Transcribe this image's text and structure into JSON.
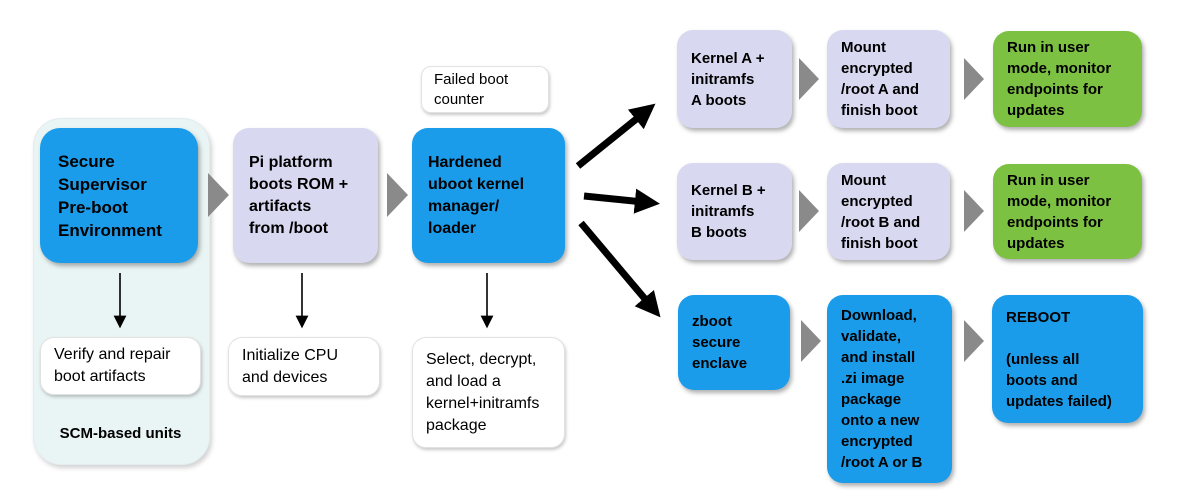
{
  "colors": {
    "blue": "#1a9ceb",
    "purple": "#d8d8f0",
    "green": "#7dc142",
    "container": "#e9f4f4",
    "arrow_gray": "#8a8a8a",
    "text": "#000000"
  },
  "group": {
    "label": "SCM-based units"
  },
  "nodes": {
    "secure_supervisor": {
      "text": "Secure\nSupervisor\nPre-boot\nEnvironment"
    },
    "verify_repair": {
      "text": "Verify and repair\nboot artifacts"
    },
    "pi_platform": {
      "text": "Pi platform\nboots ROM +\nartifacts\nfrom /boot"
    },
    "initialize_cpu": {
      "text": "Initialize CPU\nand devices"
    },
    "failed_boot_counter": {
      "text": "Failed boot\ncounter"
    },
    "hardened_uboot": {
      "text": "Hardened\nuboot kernel\nmanager/\nloader"
    },
    "select_decrypt": {
      "text": "Select, decrypt,\nand load a\nkernel+initramfs\npackage"
    },
    "kernel_a": {
      "text": "Kernel A +\ninitramfs\nA boots"
    },
    "mount_a": {
      "text": "Mount\nencrypted\n/root A and\nfinish boot"
    },
    "run_user_a": {
      "text": "Run in user\nmode, monitor\nendpoints for\nupdates"
    },
    "kernel_b": {
      "text": "Kernel B +\ninitramfs\nB boots"
    },
    "mount_b": {
      "text": "Mount\nencrypted\n/root B and\nfinish boot"
    },
    "run_user_b": {
      "text": "Run in user\nmode, monitor\nendpoints for\nupdates"
    },
    "zboot": {
      "text": "zboot\nsecure\nenclave"
    },
    "download_validate": {
      "text": "Download,\nvalidate,\nand install\n.zi image\npackage\nonto a new\nencrypted\n/root A or B"
    },
    "reboot": {
      "text": "REBOOT\n\n(unless all\nboots and\nupdates failed)"
    }
  }
}
